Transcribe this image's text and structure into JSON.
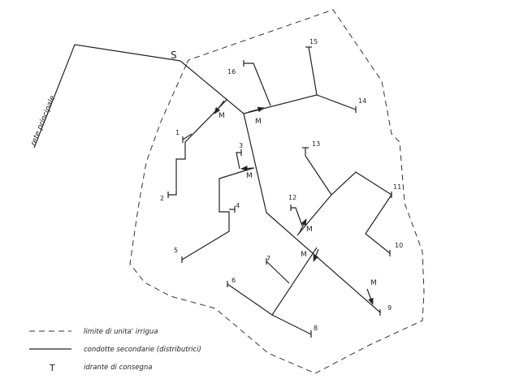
{
  "source_label": "S",
  "main_network_label": "rete principale",
  "valve_label": "M",
  "hydrants": [
    "1",
    "2",
    "3",
    "4",
    "5",
    "6",
    "7",
    "8",
    "9",
    "10",
    "11",
    "12",
    "13",
    "14",
    "15",
    "16"
  ],
  "legend": [
    {
      "symbol": "dashed-line",
      "text": "limite di unita' irrigua"
    },
    {
      "symbol": "solid-line",
      "text": "condotte secondarie (distributrici)"
    },
    {
      "symbol": "T",
      "text": "idrante di consegna"
    }
  ]
}
